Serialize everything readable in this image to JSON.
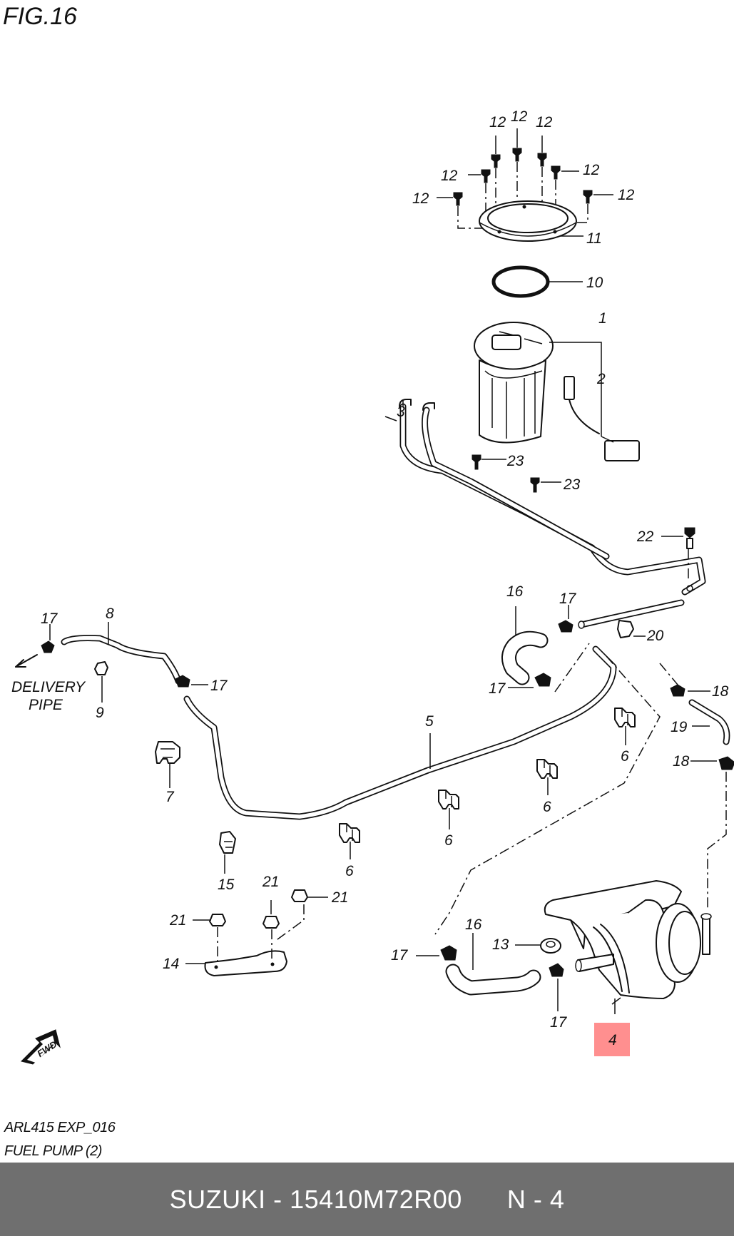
{
  "figure_title": "FIG.16",
  "caption": {
    "code": "ARL415 EXP_016",
    "name": "FUEL PUMP (2)"
  },
  "footer": {
    "brand": "SUZUKI",
    "separator": " - ",
    "part_number": "15410M72R00",
    "page": "N - 4"
  },
  "delivery_pipe": {
    "line1": "DELIVERY",
    "line2": "PIPE"
  },
  "fwd_label": "FWD",
  "highlight_color": "#ff8f8f",
  "labels": {
    "l1": "1",
    "l2": "2",
    "l3": "3",
    "l4": "4",
    "l5": "5",
    "l6a": "6",
    "l6b": "6",
    "l6c": "6",
    "l6d": "6",
    "l7": "7",
    "l8": "8",
    "l9": "9",
    "l10": "10",
    "l11": "11",
    "l12a": "12",
    "l12b": "12",
    "l12c": "12",
    "l12d": "12",
    "l12e": "12",
    "l12f": "12",
    "l12g": "12",
    "l13": "13",
    "l14": "14",
    "l15": "15",
    "l16a": "16",
    "l16b": "16",
    "l17a": "17",
    "l17b": "17",
    "l17c": "17",
    "l17d": "17",
    "l17e": "17",
    "l17f": "17",
    "l18a": "18",
    "l18b": "18",
    "l19": "19",
    "l20": "20",
    "l21a": "21",
    "l21b": "21",
    "l21c": "21",
    "l22": "22",
    "l23a": "23",
    "l23b": "23"
  }
}
